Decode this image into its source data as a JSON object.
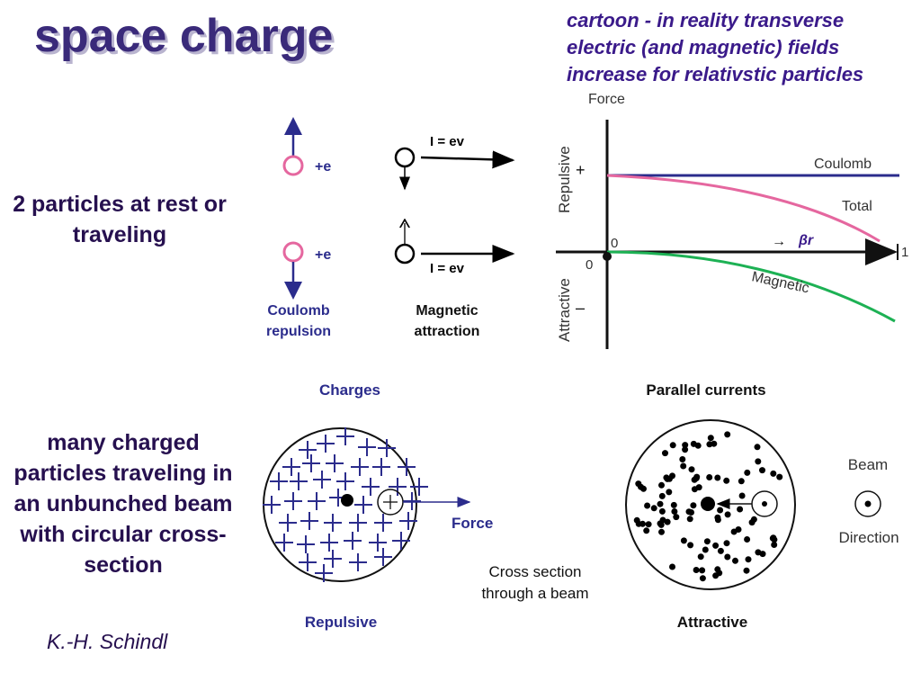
{
  "slide": {
    "title": "space charge",
    "note": "cartoon - in reality transverse electric (and magnetic) fields increase for relativstic particles",
    "section1_text": "2 particles at rest or traveling",
    "section2_text": "many charged particles traveling in an unbunched beam with circular cross-section",
    "author": "K.-H. Schindl"
  },
  "particles": {
    "charge_label_top": "+e",
    "charge_label_bottom": "+e",
    "current_label_top": "I = ev",
    "current_label_bottom": "I = ev",
    "coulomb_caption_line1": "Coulomb",
    "coulomb_caption_line2": "repulsion",
    "magnetic_caption_line1": "Magnetic",
    "magnetic_caption_line2": "attraction"
  },
  "force_graph": {
    "y_title": "Force",
    "plus_sign": "+",
    "minus_sign": "–",
    "repulsive_label": "Repulsive",
    "attractive_label": "Attractive",
    "zero_x_label": "0",
    "zero_y_label": "0",
    "x_end_label": "1",
    "beta_arrow": "→",
    "beta_label": "βr",
    "coulomb_label": "Coulomb",
    "total_label": "Total",
    "magnetic_label": "Magnetic"
  },
  "beam": {
    "charges_title": "Charges",
    "force_label": "Force",
    "repulsive_caption": "Repulsive",
    "cross_section_line1": "Cross section",
    "cross_section_line2": "through a beam",
    "currents_title": "Parallel currents",
    "attractive_caption": "Attractive",
    "beam_label": "Beam",
    "direction_label": "Direction"
  },
  "colors": {
    "title": "#3a2a7a",
    "note": "#3a1a8a",
    "navy": "#2b2c8c",
    "pink": "#e5679f",
    "green": "#1db154"
  }
}
